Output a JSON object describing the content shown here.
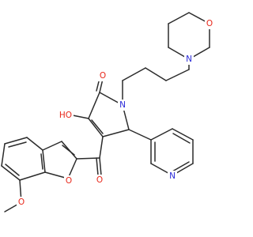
{
  "figure": {
    "kind": "skeletal chemical structure",
    "colors": {
      "carbon_bond": "#2b2b2b",
      "oxygen": "#e8271a",
      "nitrogen": "#2a2ad8",
      "background": "#ffffff"
    }
  },
  "atom_labels": {
    "hydroxyl": "HO",
    "lactam_oxygen": "O",
    "pyrrolone_nitrogen": "N",
    "morpholine_nitrogen": "N",
    "morpholine_oxygen": "O",
    "ketone_oxygen": "O",
    "furan_oxygen": "O",
    "methoxy_oxygen": "O",
    "pyridine_nitrogen": "N"
  }
}
